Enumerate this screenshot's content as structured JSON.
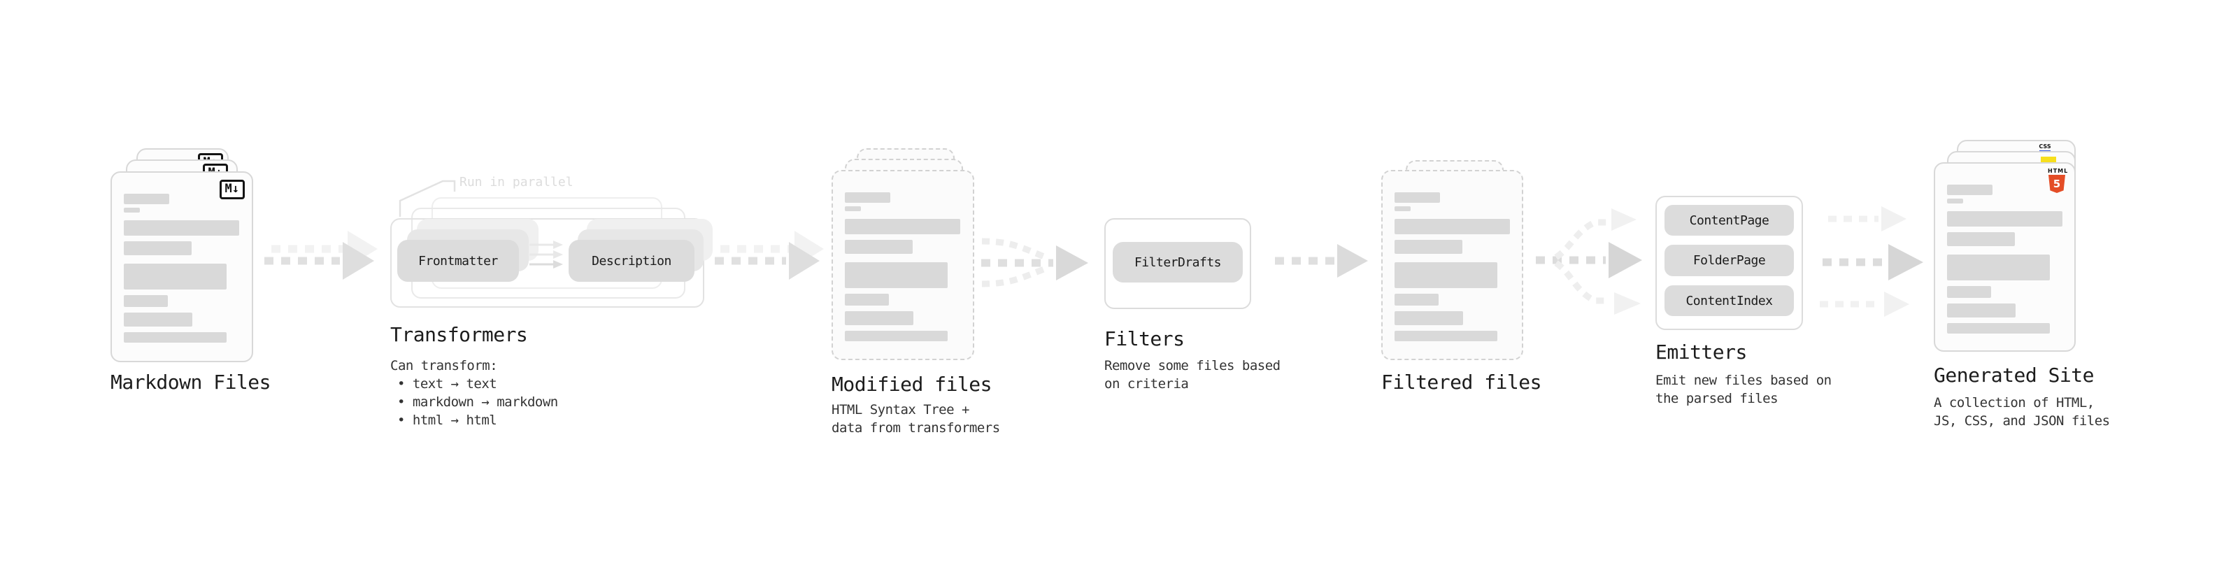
{
  "stages": {
    "markdown_files": {
      "title": "Markdown Files",
      "badge": "M↓"
    },
    "transformers": {
      "title": "Transformers",
      "note": "Run in parallel",
      "input_pill": "Frontmatter",
      "output_pill": "Description",
      "desc_heading": "Can transform:",
      "bullets": [
        "• text → text",
        "• markdown → markdown",
        "• html → html"
      ]
    },
    "modified_files": {
      "title": "Modified files",
      "subtitle": [
        "HTML Syntax Tree +",
        "data from transformers"
      ]
    },
    "filters": {
      "title": "Filters",
      "pill": "FilterDrafts",
      "subtitle": [
        "Remove some files based",
        "on criteria"
      ]
    },
    "filtered_files": {
      "title": "Filtered files"
    },
    "emitters": {
      "title": "Emitters",
      "pills": [
        "ContentPage",
        "FolderPage",
        "ContentIndex"
      ],
      "subtitle": [
        "Emit new files based on",
        "the parsed files"
      ]
    },
    "generated_site": {
      "title": "Generated Site",
      "subtitle": [
        "A collection of HTML,",
        "JS, CSS, and JSON files"
      ],
      "css_badge": "CSS",
      "html_badge_label": "HTML",
      "html_badge_number": "5"
    }
  },
  "colors": {
    "html5_orange": "#e44d26",
    "js_yellow": "#f7df1e",
    "css_blue": "#2d53e5",
    "pill_gray": "#dcdcdc",
    "arrow_gray": "#dedede",
    "arrow_light": "#f1f1f1"
  }
}
